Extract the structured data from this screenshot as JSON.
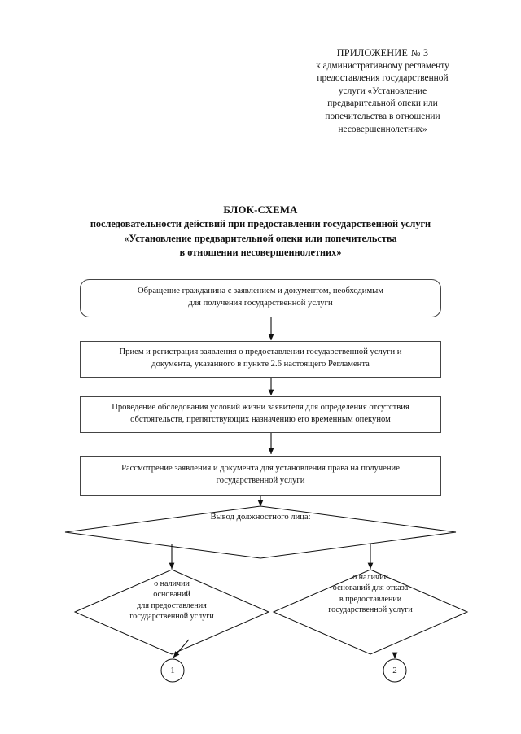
{
  "page": {
    "background": "#ffffff",
    "ink": "#111111"
  },
  "header": {
    "appendix": "ПРИЛОЖЕНИЕ № 3",
    "lines": [
      "к административному регламенту",
      "предоставления государственной",
      "услуги «Установление",
      "предварительной опеки или",
      "попечительства в отношении",
      "несовершеннолетних»"
    ]
  },
  "title": {
    "main": "БЛОК-СХЕМА",
    "lines": [
      "последовательности действий при предоставлении государственной услуги",
      "«Установление предварительной опеки или попечительства",
      "в отношении несовершеннолетних»"
    ]
  },
  "flowchart": {
    "nodes": [
      {
        "id": "node-1",
        "shape": "rounded-rectangle",
        "lines": [
          "Обращение гражданина с заявлением и документом, необходимым",
          "для получения государственной услуги"
        ]
      },
      {
        "id": "node-2",
        "shape": "rectangle",
        "lines": [
          "Прием и регистрация заявления о предоставлении государственной услуги и",
          "документа, указанного в пункте 2.6 настоящего Регламента"
        ]
      },
      {
        "id": "node-3",
        "shape": "rectangle",
        "lines": [
          "Проведение обследования условий жизни заявителя для определения отсутствия",
          "обстоятельств, препятствующих назначению его временным опекуном"
        ]
      },
      {
        "id": "node-4",
        "shape": "rectangle",
        "lines": [
          "Рассмотрение заявления и документа для установления права на получение",
          "государственной услуги"
        ]
      },
      {
        "id": "node-decision",
        "shape": "diamond",
        "lines": [
          "Вывод должностного лица:"
        ]
      },
      {
        "id": "node-branch-left",
        "shape": "diamond",
        "lines": [
          "о наличии",
          "оснований",
          "для предоставления",
          "государственной услуги"
        ]
      },
      {
        "id": "node-branch-right",
        "shape": "diamond",
        "lines": [
          "о наличии",
          "оснований для отказа",
          "в предоставлении",
          "государственной услуги"
        ]
      }
    ],
    "connectors": [
      {
        "id": "arrow-1-2",
        "type": "arrow-down"
      },
      {
        "id": "arrow-2-3",
        "type": "arrow-down"
      },
      {
        "id": "arrow-3-4",
        "type": "arrow-down"
      },
      {
        "id": "arrow-4-decision",
        "type": "arrow-down"
      },
      {
        "id": "arrow-decision-left",
        "type": "arrow-down"
      },
      {
        "id": "arrow-decision-right",
        "type": "arrow-down"
      },
      {
        "id": "arrow-left-circle1",
        "type": "arrow-diagonal"
      },
      {
        "id": "arrow-right-circle2",
        "type": "arrow-down"
      }
    ],
    "terminators": [
      {
        "id": "circle-1",
        "label": "1"
      },
      {
        "id": "circle-2",
        "label": "2"
      }
    ]
  }
}
